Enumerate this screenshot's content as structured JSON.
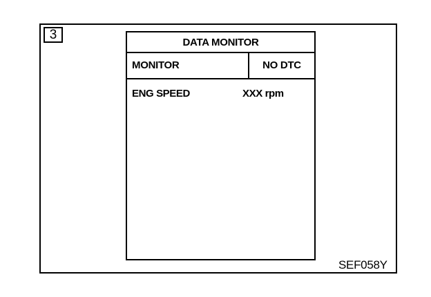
{
  "step_number": "3",
  "screen": {
    "title": "DATA MONITOR",
    "mode_label": "MONITOR",
    "mode_status": "NO DTC",
    "items": [
      {
        "name": "ENG SPEED",
        "value": "XXX rpm"
      }
    ]
  },
  "figure_code": "SEF058Y"
}
